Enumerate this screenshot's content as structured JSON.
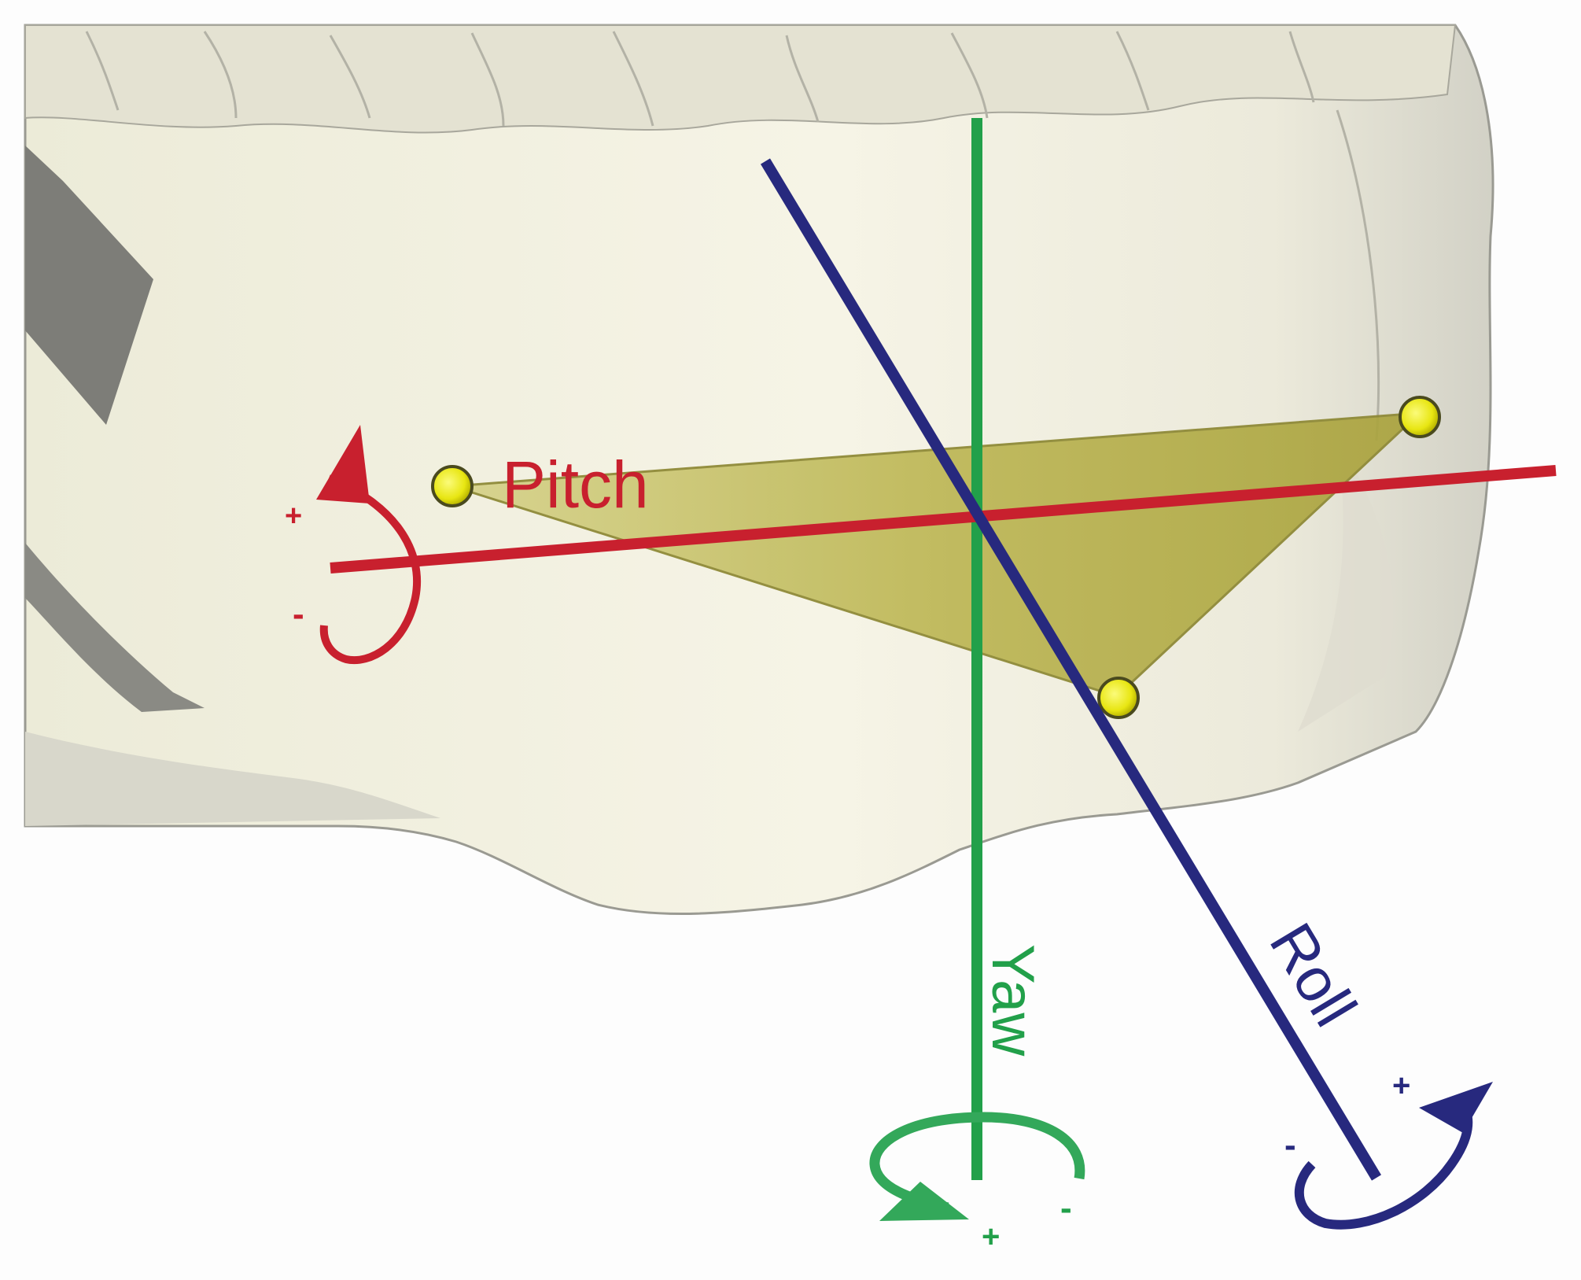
{
  "axes": {
    "pitch": {
      "label": "Pitch",
      "color": "#c8202e",
      "plus": "+",
      "minus": "-"
    },
    "yaw": {
      "label": "Yaw",
      "color": "#22a04a",
      "plus": "+",
      "minus": "-"
    },
    "roll": {
      "label": "Roll",
      "color": "#27297e",
      "plus": "+",
      "minus": "-"
    }
  },
  "landmark_plane": {
    "color": "#b8b24a",
    "landmark_color": "#f2f21a",
    "landmark_count": 3
  },
  "model": {
    "surface_color": "#f1efdf",
    "shadow_color": "#7d7d78"
  }
}
